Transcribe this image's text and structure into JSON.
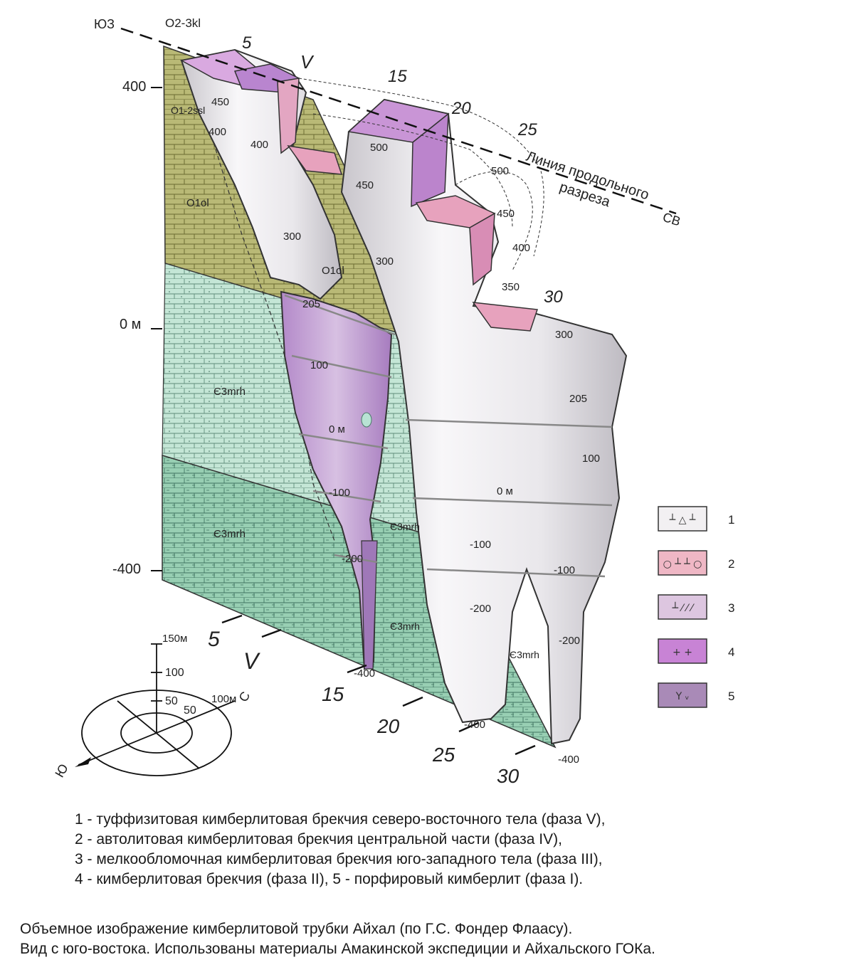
{
  "diagram": {
    "compass": {
      "sw": "ЮЗ",
      "ne": "СВ",
      "south": "Ю",
      "north": "С"
    },
    "top_formation": "O2-3kl",
    "profile_line_label": [
      "Линия продольного",
      "разреза"
    ],
    "elevation_axis": [
      "400",
      "0 м",
      "-400"
    ],
    "section_numbers": [
      "5",
      "V",
      "15",
      "20",
      "25",
      "30"
    ],
    "formations": {
      "ol_upper": "O1ol",
      "ol_middle": "O1ol",
      "ssl": "O1-2ssl",
      "mrh_upper": "Є3mrh",
      "mrh_lower": "Є3mrh",
      "mrh_right1": "Є3mrh",
      "mrh_right2": "Є3mrh",
      "mrh_right3": "Є3mrh"
    },
    "depth_labels": {
      "left_body": [
        "450",
        "400",
        "400",
        "300",
        "205",
        "100",
        "0 м",
        "-100",
        "-200",
        "-400"
      ],
      "right_body": [
        "500",
        "450",
        "500",
        "450",
        "400",
        "350",
        "300",
        "300",
        "205",
        "100",
        "0 м",
        "-100",
        "-100",
        "-200",
        "-200",
        "-400",
        "-400"
      ]
    },
    "scale": {
      "vertical": [
        "150м",
        "100",
        "50"
      ],
      "radial": [
        "50",
        "100м"
      ]
    },
    "legend": [
      {
        "number": "1",
        "color": "#f2f0f2",
        "symbol": "┴ △ ┴"
      },
      {
        "number": "2",
        "color": "#efb7c5",
        "symbol": "○ ┴ ┴ ○"
      },
      {
        "number": "3",
        "color": "#ddc6e0",
        "symbol": "┴ ⁄ ⁄ ⁄"
      },
      {
        "number": "4",
        "color": "#c883d5",
        "symbol": "+ +"
      },
      {
        "number": "5",
        "color": "#a98ab7",
        "symbol": "Y ᵥ"
      }
    ],
    "colors": {
      "ordovician": "#b9b976",
      "cambrian_upper": "#c4e6d6",
      "cambrian_lower": "#98cfb3",
      "kimberlite_light": "#f2f0f2",
      "kimberlite_pink": "#e7a2bd",
      "kimberlite_violet": "#bb84cc",
      "kimberlite_dark": "#a984c4"
    }
  },
  "legend_text": [
    "1 - туффизитовая кимберлитовая брекчия северо-восточного тела (фаза V),",
    "2 - автолитовая кимберлитовая брекчия центральной части (фаза IV),",
    "3 - мелкообломочная кимберлитовая брекчия юго-западного тела (фаза III),",
    "4 - кимберлитовая брекчия (фаза II), 5 - порфировый кимберлит (фаза I)."
  ],
  "caption": [
    "Объемное изображение кимберлитовой трубки Айхал (по Г.С. Фондер Флаасу).",
    "Вид с юго-востока. Использованы материалы Амакинской экспедиции и Айхальского ГОКа."
  ]
}
